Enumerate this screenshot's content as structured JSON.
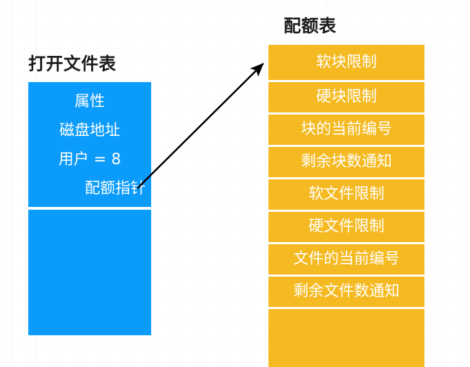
{
  "diagram": {
    "background_color": "#ffffff",
    "open_file_table": {
      "title": "打开文件表",
      "fill_color": "#0b9bfb",
      "text_color": "#ffffff",
      "rows": [
        {
          "label": "属性",
          "align": "center"
        },
        {
          "label": "磁盘地址",
          "align": "center"
        },
        {
          "label": "用户 = 8",
          "align": "center"
        },
        {
          "label": "配额指针",
          "align": "right"
        }
      ]
    },
    "quota_table": {
      "title": "配额表",
      "fill_color": "#f5ba22",
      "text_color": "#ffffff",
      "rows": [
        {
          "label": "软块限制"
        },
        {
          "label": "硬块限制"
        },
        {
          "label": "块的当前编号"
        },
        {
          "label": "剩余块数通知"
        },
        {
          "label": "软文件限制"
        },
        {
          "label": "硬文件限制"
        },
        {
          "label": "文件的当前编号"
        },
        {
          "label": "剩余文件数通知"
        }
      ]
    },
    "connector": {
      "name": "quota-pointer-arrow",
      "color": "#000000",
      "from_label": "配额指针",
      "to_label": "软块限制"
    }
  }
}
